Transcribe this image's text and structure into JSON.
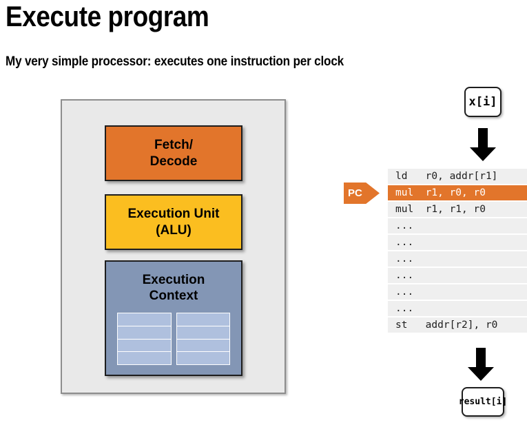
{
  "page_title": "Execute program",
  "page_subtitle": "My very simple processor: executes one instruction per clock",
  "colors": {
    "fetch_decode": "#e2752b",
    "execution_unit": "#fbbe20",
    "execution_context": "#8396b5",
    "register_cell": "#afc0de",
    "chassis": "#e9e9e9",
    "highlight_row": "#e2752b",
    "instruction_row": "#efefef"
  },
  "processor": {
    "fetch_decode": {
      "line1": "Fetch/",
      "line2": "Decode"
    },
    "execution_unit": {
      "line1": "Execution Unit",
      "line2": "(ALU)"
    },
    "execution_context": {
      "line1": "Execution",
      "line2": "Context"
    },
    "register_file": {
      "columns": 2,
      "rows_per_column": 4
    }
  },
  "dataflow": {
    "input_label": "x[i]",
    "output_label": "result[i]",
    "arrow_top_icon": "arrow-down-icon",
    "arrow_bottom_icon": "arrow-down-icon"
  },
  "program_counter": {
    "label": "PC",
    "points_to_row_index": 1
  },
  "instructions": [
    {
      "text": "ld   r0, addr[r1]",
      "highlighted": false
    },
    {
      "text": "mul  r1, r0, r0",
      "highlighted": true
    },
    {
      "text": "mul  r1, r1, r0",
      "highlighted": false
    },
    {
      "text": "...",
      "highlighted": false
    },
    {
      "text": "...",
      "highlighted": false
    },
    {
      "text": "...",
      "highlighted": false
    },
    {
      "text": "...",
      "highlighted": false
    },
    {
      "text": "...",
      "highlighted": false
    },
    {
      "text": "...",
      "highlighted": false
    },
    {
      "text": "st   addr[r2], r0",
      "highlighted": false
    }
  ]
}
